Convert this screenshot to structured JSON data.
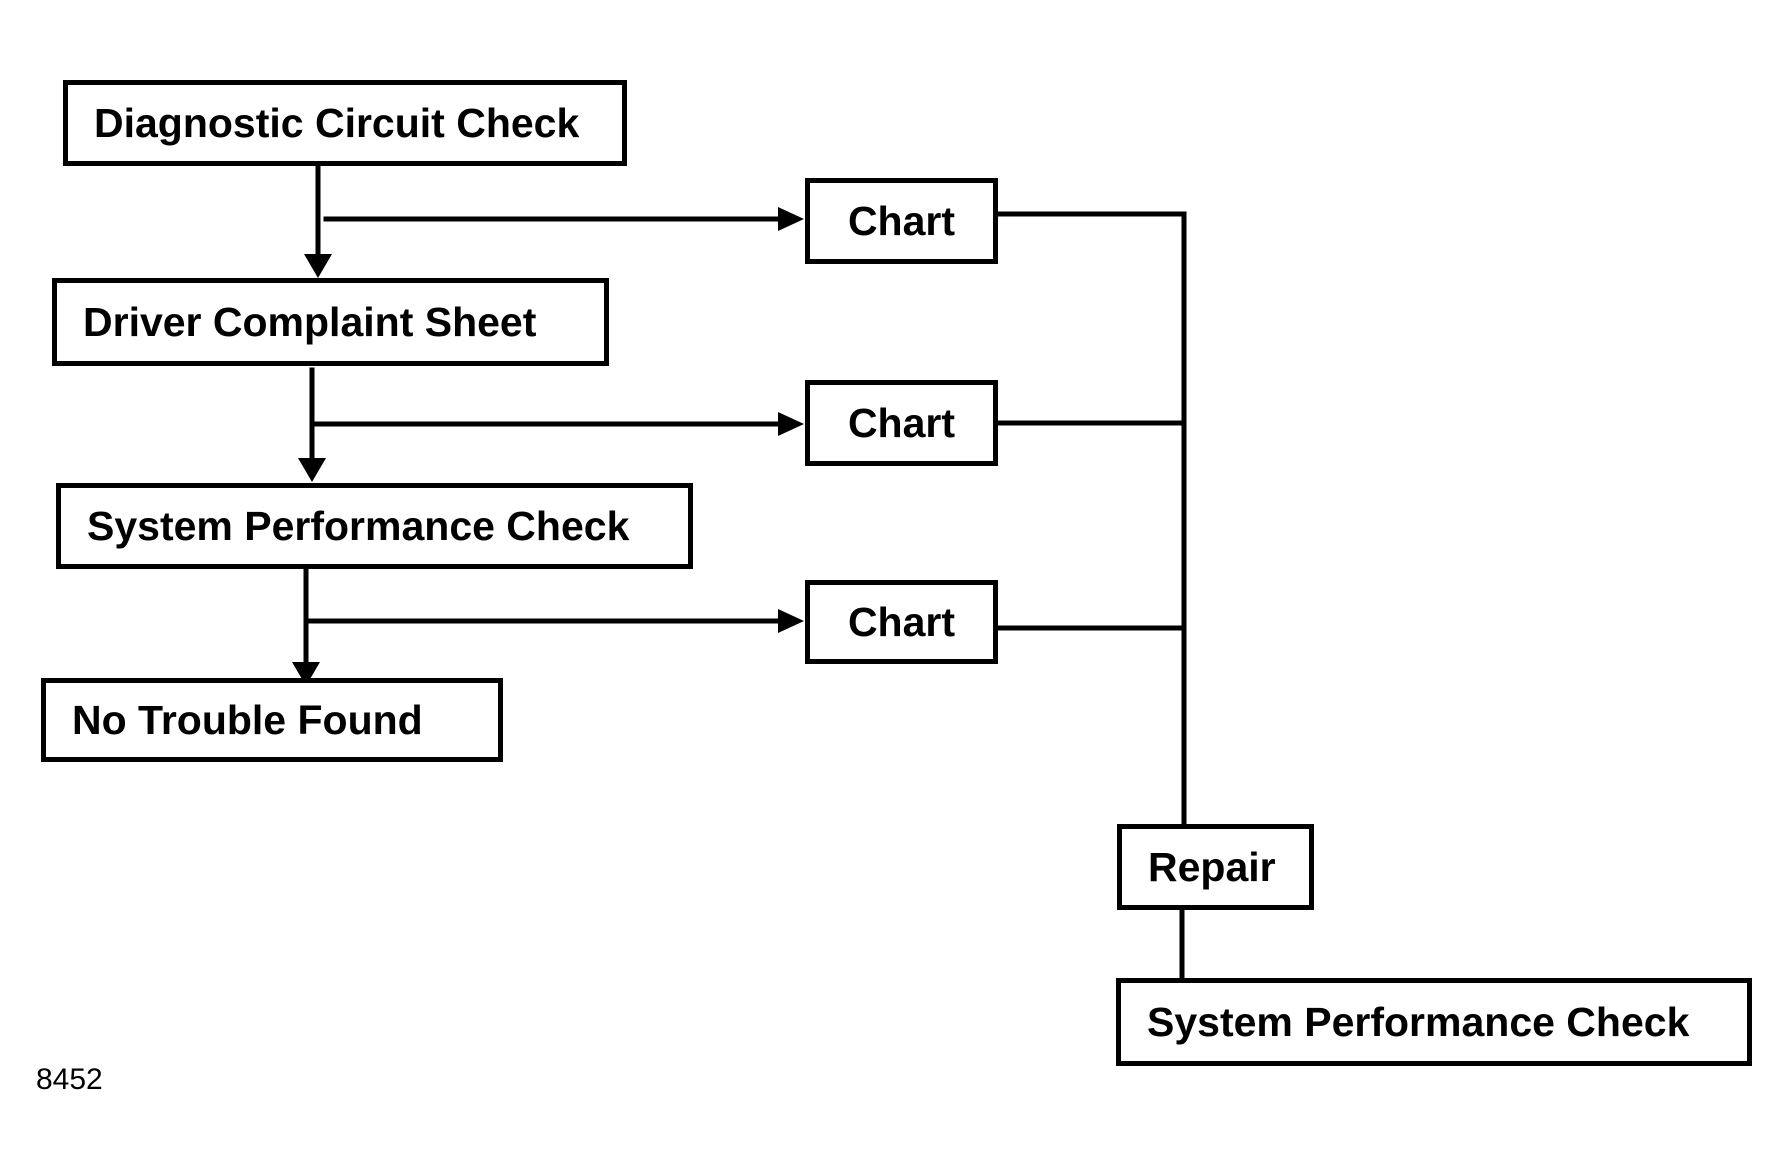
{
  "flowchart": {
    "main_flow": {
      "diagnostic_circuit_check": "Diagnostic Circuit Check",
      "driver_complaint_sheet": "Driver Complaint Sheet",
      "system_performance_check": "System Performance Check",
      "no_trouble_found": "No Trouble Found"
    },
    "branches": [
      {
        "label": "Chart"
      },
      {
        "label": "Chart"
      },
      {
        "label": "Chart"
      }
    ],
    "repair": "Repair",
    "final_system_performance_check": "System Performance Check"
  },
  "figure_number": "8452"
}
